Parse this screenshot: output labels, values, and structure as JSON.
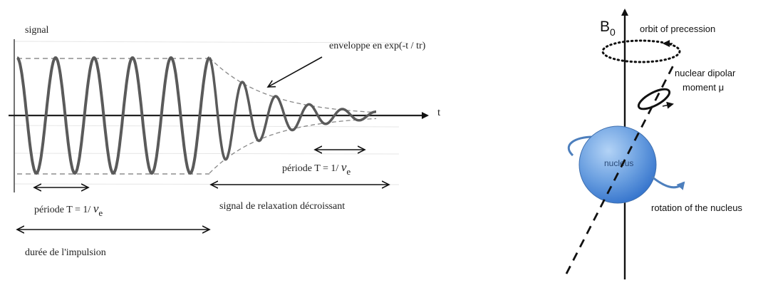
{
  "left_diagram": {
    "y_axis_label": "signal",
    "x_axis_label": "t",
    "envelope_label": "enveloppe en exp(-t / tr)",
    "period_label_left": {
      "prefix": "période T  = 1/ ",
      "nu": "ν",
      "sub": "e"
    },
    "period_label_right": {
      "prefix": "période T  = 1/ ",
      "nu": "ν",
      "sub": "e"
    },
    "relaxation_label": "signal de relaxation décroissant",
    "pulse_duration_label": "durée de l'impulsion",
    "pulse_cycles": 5,
    "relaxation_cycles": 5
  },
  "right_diagram": {
    "field_label_main": "B",
    "field_label_sub": "0",
    "orbit_label": "orbit of precession",
    "dipole_label_line1": "nuclear dipolar",
    "dipole_label_line2": "moment μ",
    "nucleus_label": "nucleus",
    "rotation_label": "rotation of the nucleus",
    "colors": {
      "nucleus_fill_light": "#9cc3ef",
      "nucleus_fill_dark": "#2f6fca",
      "rotation_arrow": "#4d7fbd"
    }
  }
}
